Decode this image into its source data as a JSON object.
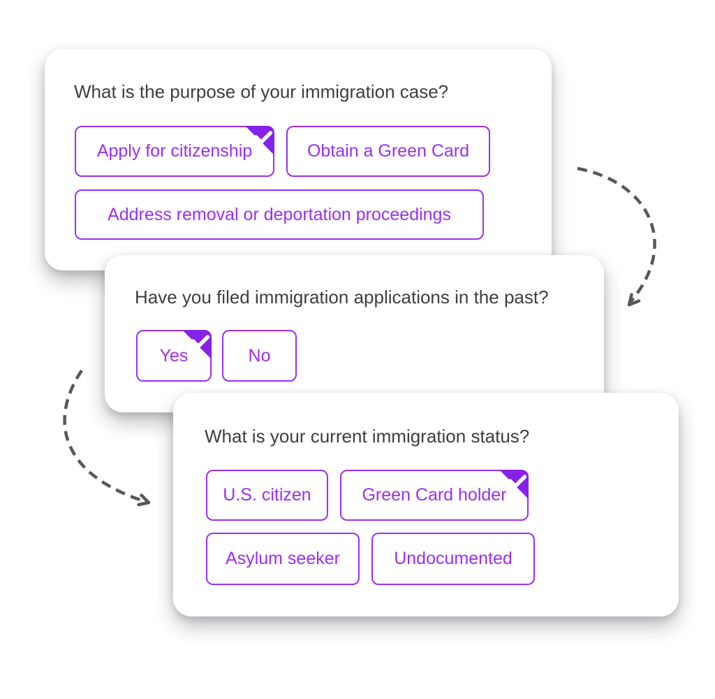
{
  "colors": {
    "accent": "#9B2FF2",
    "badge_fill": "#8521E8",
    "question_text": "#3E3E42",
    "arrow": "#58585A",
    "card_background": "#FFFFFF"
  },
  "cards": [
    {
      "question": "What is the purpose of your immigration case?",
      "options": [
        {
          "label": "Apply for citizenship",
          "selected": true
        },
        {
          "label": "Obtain a Green Card",
          "selected": false
        },
        {
          "label": "Address removal or deportation proceedings",
          "selected": false
        }
      ]
    },
    {
      "question": "Have you filed immigration applications in the past?",
      "options": [
        {
          "label": "Yes",
          "selected": true
        },
        {
          "label": "No",
          "selected": false
        }
      ]
    },
    {
      "question": "What is your current immigration status?",
      "options": [
        {
          "label": "U.S. citizen",
          "selected": false
        },
        {
          "label": "Green Card holder",
          "selected": true
        },
        {
          "label": "Asylum seeker",
          "selected": false
        },
        {
          "label": "Undocumented",
          "selected": false
        }
      ]
    }
  ]
}
